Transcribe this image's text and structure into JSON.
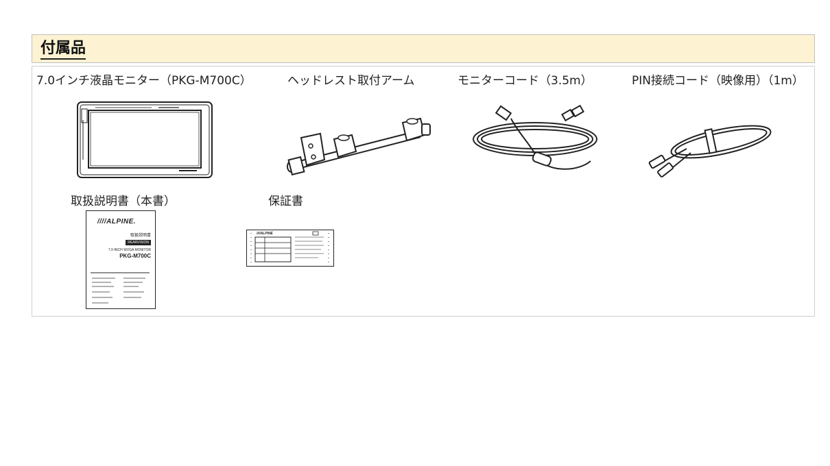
{
  "section": {
    "title": "付属品"
  },
  "items": [
    {
      "label": "7.0インチ液晶モニター（PKG-M700C）",
      "icon": "monitor-icon"
    },
    {
      "label": "ヘッドレスト取付アーム",
      "icon": "headrest-arm-icon"
    },
    {
      "label": "モニターコード（3.5m）",
      "icon": "monitor-cord-icon"
    },
    {
      "label": "PIN接続コード（映像用）（1m）",
      "icon": "pin-cord-icon"
    },
    {
      "label": "取扱説明書（本書）",
      "icon": "manual-icon",
      "cover": {
        "brand": "////ALPINE.",
        "title_jp": "取扱説明書",
        "series": "REARVISION",
        "subtitle": "7.0-INCH WVGA MONITOR",
        "model": "PKG-M700C"
      }
    },
    {
      "label": "保証書",
      "icon": "warranty-icon",
      "card": {
        "brand": "////ALPINE"
      }
    }
  ],
  "colors": {
    "header_background": "#fdf2d1",
    "border": "#cfcfcf",
    "line_art": "#222222"
  }
}
